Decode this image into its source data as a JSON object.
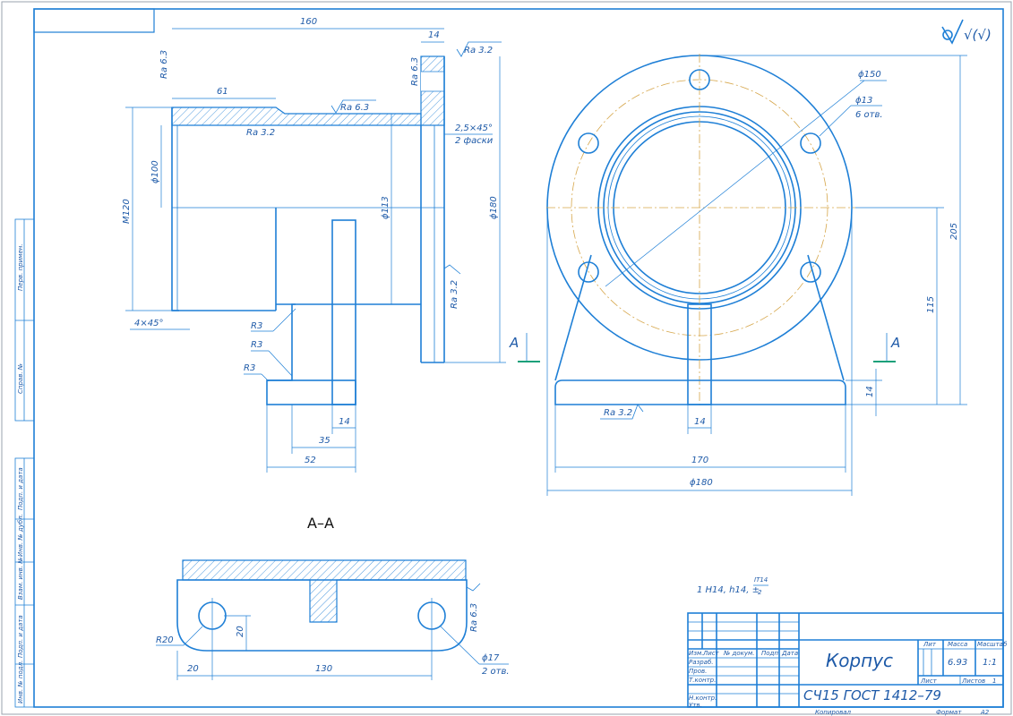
{
  "title_block": {
    "part_name": "Корпус",
    "material": "СЧ15  ГОСТ 1412–79",
    "mass": "6.93",
    "scale": "1:1",
    "sheet_label": "Лист",
    "sheets_label": "Листов",
    "sheets_count": "1",
    "lit_label": "Лит",
    "mass_label": "Масса",
    "scale_label": "Масштаб",
    "copied_label": "Копировал",
    "format_label": "Формат",
    "format_value": "А2",
    "col_izm": "Изм.",
    "col_list": "Лист",
    "col_doc": "№ докум.",
    "col_sign": "Подп.",
    "col_date": "Дата",
    "row_razrab": "Разраб.",
    "row_prov": "Пров.",
    "row_tkontr": "Т.контр.",
    "row_nkontr": "Н.контр.",
    "row_utv": "Утв."
  },
  "side_stamps": {
    "perv_primen": "Перв. примен.",
    "sprav_no": "Справ. №",
    "podp_data_1": "Подп. и дата",
    "inv_dubl": "Инв. № дубл.",
    "vzam_inv": "Взам. инв. №",
    "podp_data_2": "Подп. и дата",
    "inv_podl": "Инв. № подл."
  },
  "roughness_symbol": "√(√)",
  "section_title": "А–А",
  "section_mark": "А",
  "tolerance_note": "1 H14, h14, ±",
  "tolerance_frac_num": "IT14",
  "tolerance_frac_den": "2",
  "dims_front": {
    "d160": "160",
    "d14_top": "14",
    "ra32_flange": "Ra 3.2",
    "ra63_left": "Ra 6.3",
    "ra63_flange": "Ra 6.3",
    "d61": "61",
    "ra63_top": "Ra 6.3",
    "ra32_inner": "Ra 3.2",
    "chamfer": "2,5×45°",
    "chamfer_note": "2 фаски",
    "m120": "M120",
    "d100": "ϕ100",
    "d113": "ϕ113",
    "d180": "ϕ180",
    "ra32_right": "Ra 3.2",
    "chamfer4": "4×45°",
    "r3_a": "R3",
    "r3_b": "R3",
    "r3_c": "R3",
    "d14_bottom": "14",
    "d35": "35",
    "d52": "52"
  },
  "dims_side": {
    "d150": "ϕ150",
    "d13": "ϕ13",
    "holes6": "6 отв.",
    "d205": "205",
    "d115": "115",
    "d14_base": "14",
    "ra32_base": "Ra 3.2",
    "d14_rib": "14",
    "d170": "170",
    "d180": "ϕ180"
  },
  "dims_section": {
    "r20": "R20",
    "d20_v": "20",
    "d20_h": "20",
    "d130": "130",
    "d17": "ϕ17",
    "holes2": "2 отв.",
    "ra63": "Ra 6.3"
  }
}
